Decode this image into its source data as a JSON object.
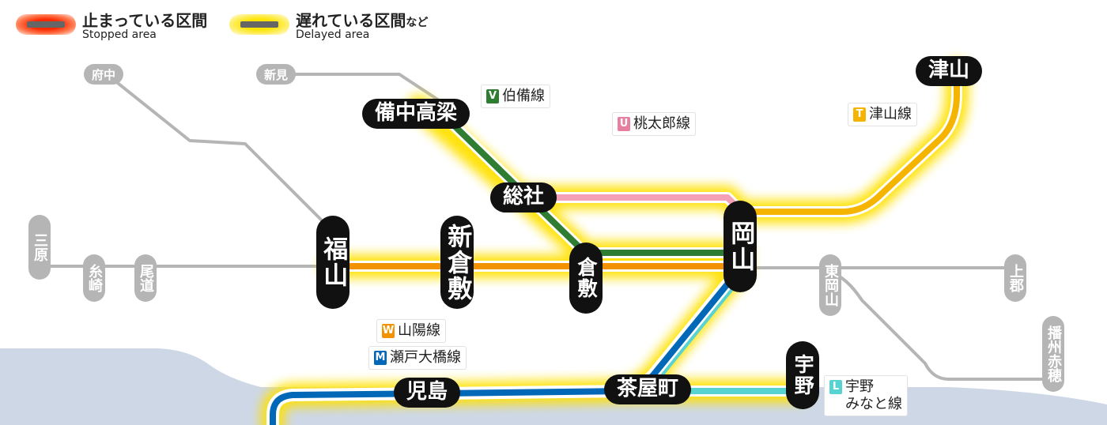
{
  "legend": {
    "stopped": {
      "title": "止まっている区間",
      "sub": "Stopped area"
    },
    "delayed": {
      "title": "遅れている区間",
      "title_suffix": "など",
      "sub": "Delayed area"
    }
  },
  "colors": {
    "background": "#ffffff",
    "sea": "#cdd7e6",
    "stopped": "#ff2a00",
    "delayed_glow": "#ffe100",
    "inactive_line": "#b5b5b5",
    "sanyo_line": "#f39200",
    "seto_ohashi_line": "#0068b7",
    "hakubi_line": "#2e7d32",
    "momotaro_line": "#f4a0b6",
    "tsuyama_line": "#f5b400",
    "uno_minato_line": "#57d3d1"
  },
  "stations_major": {
    "tsuyama": "津山",
    "bicchu_takahashi": "備中高梁",
    "soja": "総社",
    "okayama": "岡山",
    "fukuyama": "福山",
    "shin_kurashiki": "新倉敷",
    "kurashiki": "倉敷",
    "chayamachi": "茶屋町",
    "kojima": "児島",
    "uno": "宇野"
  },
  "stations_minor": {
    "fuchu": "府中",
    "niimi": "新見",
    "mihara": "三原",
    "itozaki": "糸崎",
    "onomichi": "尾道",
    "higashi_okayama": "東岡山",
    "kamigori": "上郡",
    "banshu_ako": "播州赤穂"
  },
  "line_labels": {
    "hakubi": {
      "code": "V",
      "name": "伯備線",
      "color": "#2e7d32"
    },
    "momotaro": {
      "code": "U",
      "name": "桃太郎線",
      "color": "#e77fa0"
    },
    "tsuyama": {
      "code": "T",
      "name": "津山線",
      "color": "#f5b400"
    },
    "sanyo": {
      "code": "W",
      "name": "山陽線",
      "color": "#f39200"
    },
    "seto_ohashi": {
      "code": "M",
      "name": "瀬戸大橋線",
      "color": "#0068b7"
    },
    "uno_minato": {
      "code": "L",
      "name": "宇野\nみなと線",
      "color": "#57d3d1"
    }
  }
}
